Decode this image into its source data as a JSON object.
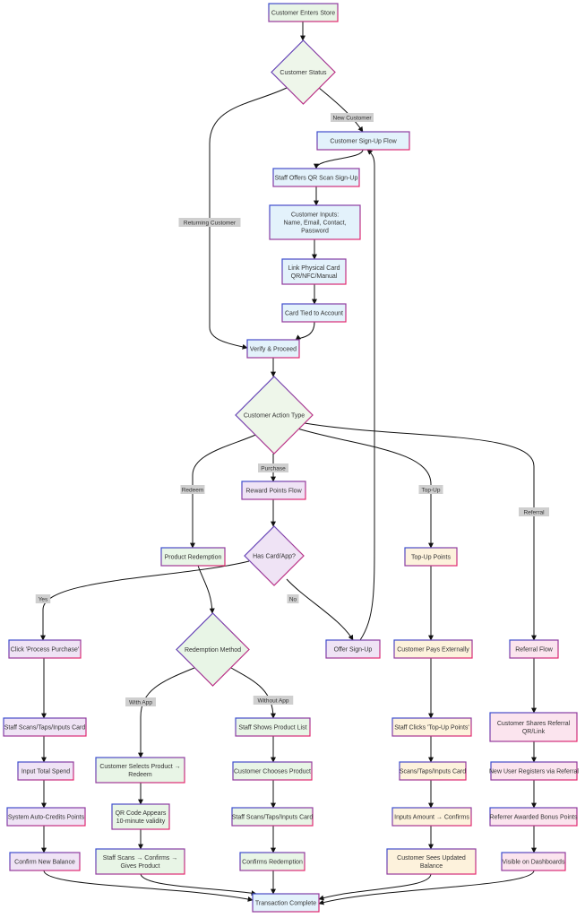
{
  "colors": {
    "line": "#111111",
    "label_bg": "#cfcfcf",
    "border_pink": "#e6286e",
    "border_blue": "#3b4ecf",
    "text": "#333333"
  },
  "nodes": [
    {
      "id": "enter",
      "type": "rect",
      "lines": [
        "Customer Enters Store"
      ],
      "fill": "#e8f5e6"
    },
    {
      "id": "status",
      "type": "diamond",
      "lines": [
        "Customer Status"
      ],
      "fill": "#eef6ea"
    },
    {
      "id": "signup",
      "type": "rect",
      "lines": [
        "Customer Sign-Up Flow"
      ],
      "fill": "#e3f2fb"
    },
    {
      "id": "qr",
      "type": "rect",
      "lines": [
        "Staff Offers QR Scan Sign-Up"
      ],
      "fill": "#e3f2fb"
    },
    {
      "id": "inputs",
      "type": "rect",
      "lines": [
        "Customer Inputs:",
        "Name, Email, Contact,",
        "Password"
      ],
      "fill": "#e3f2fb"
    },
    {
      "id": "link",
      "type": "rect",
      "lines": [
        "Link Physical Card",
        "QR/NFC/Manual"
      ],
      "fill": "#e3f2fb"
    },
    {
      "id": "tied",
      "type": "rect",
      "lines": [
        "Card Tied to Account"
      ],
      "fill": "#e3f2fb"
    },
    {
      "id": "verify",
      "type": "rect",
      "lines": [
        "Verify & Proceed"
      ],
      "fill": "#e3f2fb"
    },
    {
      "id": "action",
      "type": "diamond",
      "lines": [
        "Customer Action Type"
      ],
      "fill": "#eef6ea"
    },
    {
      "id": "reward",
      "type": "rect",
      "lines": [
        "Reward Points Flow"
      ],
      "fill": "#efe3f5"
    },
    {
      "id": "hascard",
      "type": "diamond",
      "lines": [
        "Has Card/App?"
      ],
      "fill": "#efe3f5"
    },
    {
      "id": "prodred",
      "type": "rect",
      "lines": [
        "Product Redemption"
      ],
      "fill": "#e8f5e6"
    },
    {
      "id": "topup",
      "type": "rect",
      "lines": [
        "Top-Up Points"
      ],
      "fill": "#fdf2dc"
    },
    {
      "id": "referral",
      "type": "rect",
      "lines": [
        "Referral Flow"
      ],
      "fill": "#fbe4ee"
    },
    {
      "id": "click",
      "type": "rect",
      "lines": [
        "Click 'Process Purchase'"
      ],
      "fill": "#efe3f5"
    },
    {
      "id": "redmethod",
      "type": "diamond",
      "lines": [
        "Redemption Method"
      ],
      "fill": "#e8f5e6"
    },
    {
      "id": "offer",
      "type": "rect",
      "lines": [
        "Offer Sign-Up"
      ],
      "fill": "#efe3f5"
    },
    {
      "id": "pays",
      "type": "rect",
      "lines": [
        "Customer Pays Externally"
      ],
      "fill": "#fdf2dc"
    },
    {
      "id": "scan1",
      "type": "rect",
      "lines": [
        "Staff Scans/Taps/Inputs Card"
      ],
      "fill": "#efe3f5"
    },
    {
      "id": "total",
      "type": "rect",
      "lines": [
        "Input Total Spend"
      ],
      "fill": "#efe3f5"
    },
    {
      "id": "auto",
      "type": "rect",
      "lines": [
        "System Auto-Credits Points"
      ],
      "fill": "#efe3f5"
    },
    {
      "id": "confirm",
      "type": "rect",
      "lines": [
        "Confirm New Balance"
      ],
      "fill": "#efe3f5"
    },
    {
      "id": "selects",
      "type": "rect",
      "lines": [
        "Customer Selects Product →",
        "Redeem"
      ],
      "fill": "#e8f5e6"
    },
    {
      "id": "qrcode",
      "type": "rect",
      "lines": [
        "QR Code Appears",
        "10-minute validity"
      ],
      "fill": "#e8f5e6"
    },
    {
      "id": "staffscans",
      "type": "rect",
      "lines": [
        "Staff Scans → Confirms →",
        "Gives Product"
      ],
      "fill": "#e8f5e6"
    },
    {
      "id": "shows",
      "type": "rect",
      "lines": [
        "Staff Shows Product List"
      ],
      "fill": "#e8f5e6"
    },
    {
      "id": "chooses",
      "type": "rect",
      "lines": [
        "Customer Chooses Product"
      ],
      "fill": "#e8f5e6"
    },
    {
      "id": "scan2",
      "type": "rect",
      "lines": [
        "Staff Scans/Taps/Inputs Card"
      ],
      "fill": "#e8f5e6"
    },
    {
      "id": "confred",
      "type": "rect",
      "lines": [
        "Confirms Redemption"
      ],
      "fill": "#e8f5e6"
    },
    {
      "id": "clicks",
      "type": "rect",
      "lines": [
        "Staff Clicks 'Top-Up Points'"
      ],
      "fill": "#fdf2dc"
    },
    {
      "id": "scan3",
      "type": "rect",
      "lines": [
        "Scans/Taps/Inputs Card"
      ],
      "fill": "#fdf2dc"
    },
    {
      "id": "amount",
      "type": "rect",
      "lines": [
        "Inputs Amount → Confirms"
      ],
      "fill": "#fdf2dc"
    },
    {
      "id": "sees",
      "type": "rect",
      "lines": [
        "Customer Sees Updated",
        "Balance"
      ],
      "fill": "#fdf2dc"
    },
    {
      "id": "shares",
      "type": "rect",
      "lines": [
        "Customer Shares Referral",
        "QR/Link"
      ],
      "fill": "#fbe4ee"
    },
    {
      "id": "registers",
      "type": "rect",
      "lines": [
        "New User Registers via Referral"
      ],
      "fill": "#fbe4ee"
    },
    {
      "id": "awarded",
      "type": "rect",
      "lines": [
        "Referrer Awarded Bonus Points"
      ],
      "fill": "#fbe4ee"
    },
    {
      "id": "visible",
      "type": "rect",
      "lines": [
        "Visible on Dashboards"
      ],
      "fill": "#fbe4ee"
    },
    {
      "id": "complete",
      "type": "rect",
      "lines": [
        "Transaction Complete"
      ],
      "fill": "#e3f2fb"
    }
  ],
  "edges": [
    {
      "from": "enter",
      "to": "status",
      "label": ""
    },
    {
      "from": "status",
      "to": "signup",
      "label": "New Customer"
    },
    {
      "from": "status",
      "to": "verify",
      "label": "Returning Customer"
    },
    {
      "from": "signup",
      "to": "qr",
      "label": ""
    },
    {
      "from": "qr",
      "to": "inputs",
      "label": ""
    },
    {
      "from": "inputs",
      "to": "link",
      "label": ""
    },
    {
      "from": "link",
      "to": "tied",
      "label": ""
    },
    {
      "from": "tied",
      "to": "verify",
      "label": ""
    },
    {
      "from": "verify",
      "to": "action",
      "label": ""
    },
    {
      "from": "action",
      "to": "prodred",
      "label": "Redeem"
    },
    {
      "from": "action",
      "to": "reward",
      "label": "Purchase"
    },
    {
      "from": "action",
      "to": "topup",
      "label": "Top-Up"
    },
    {
      "from": "action",
      "to": "referral",
      "label": "Referral"
    },
    {
      "from": "reward",
      "to": "hascard",
      "label": ""
    },
    {
      "from": "hascard",
      "to": "click",
      "label": "Yes"
    },
    {
      "from": "hascard",
      "to": "offer",
      "label": "No"
    },
    {
      "from": "offer",
      "to": "signup",
      "label": ""
    },
    {
      "from": "prodred",
      "to": "redmethod",
      "label": ""
    },
    {
      "from": "redmethod",
      "to": "selects",
      "label": "With App"
    },
    {
      "from": "redmethod",
      "to": "shows",
      "label": "Without App"
    },
    {
      "from": "click",
      "to": "scan1",
      "label": ""
    },
    {
      "from": "scan1",
      "to": "total",
      "label": ""
    },
    {
      "from": "total",
      "to": "auto",
      "label": ""
    },
    {
      "from": "auto",
      "to": "confirm",
      "label": ""
    },
    {
      "from": "selects",
      "to": "qrcode",
      "label": ""
    },
    {
      "from": "qrcode",
      "to": "staffscans",
      "label": ""
    },
    {
      "from": "shows",
      "to": "chooses",
      "label": ""
    },
    {
      "from": "chooses",
      "to": "scan2",
      "label": ""
    },
    {
      "from": "scan2",
      "to": "confred",
      "label": ""
    },
    {
      "from": "topup",
      "to": "pays",
      "label": ""
    },
    {
      "from": "pays",
      "to": "clicks",
      "label": ""
    },
    {
      "from": "clicks",
      "to": "scan3",
      "label": ""
    },
    {
      "from": "scan3",
      "to": "amount",
      "label": ""
    },
    {
      "from": "amount",
      "to": "sees",
      "label": ""
    },
    {
      "from": "referral",
      "to": "shares",
      "label": ""
    },
    {
      "from": "shares",
      "to": "registers",
      "label": ""
    },
    {
      "from": "registers",
      "to": "awarded",
      "label": ""
    },
    {
      "from": "awarded",
      "to": "visible",
      "label": ""
    },
    {
      "from": "confirm",
      "to": "complete",
      "label": ""
    },
    {
      "from": "staffscans",
      "to": "complete",
      "label": ""
    },
    {
      "from": "confred",
      "to": "complete",
      "label": ""
    },
    {
      "from": "sees",
      "to": "complete",
      "label": ""
    },
    {
      "from": "visible",
      "to": "complete",
      "label": ""
    }
  ]
}
